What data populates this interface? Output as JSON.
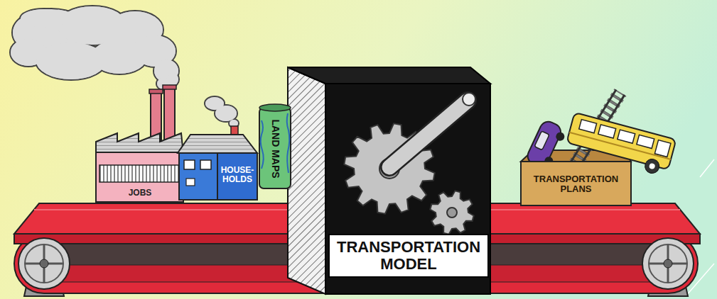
{
  "diagram": {
    "nodes": [
      {
        "text": [
          "JOBS"
        ]
      },
      {
        "text": [
          "HOUSE-HOLDS"
        ]
      },
      {
        "text": [
          "LAND MAPS"
        ]
      },
      {
        "text": [
          "TRANSPORTATION MODEL"
        ]
      },
      {
        "text": [
          "TRANSPORTATION PLANS"
        ]
      }
    ]
  }
}
